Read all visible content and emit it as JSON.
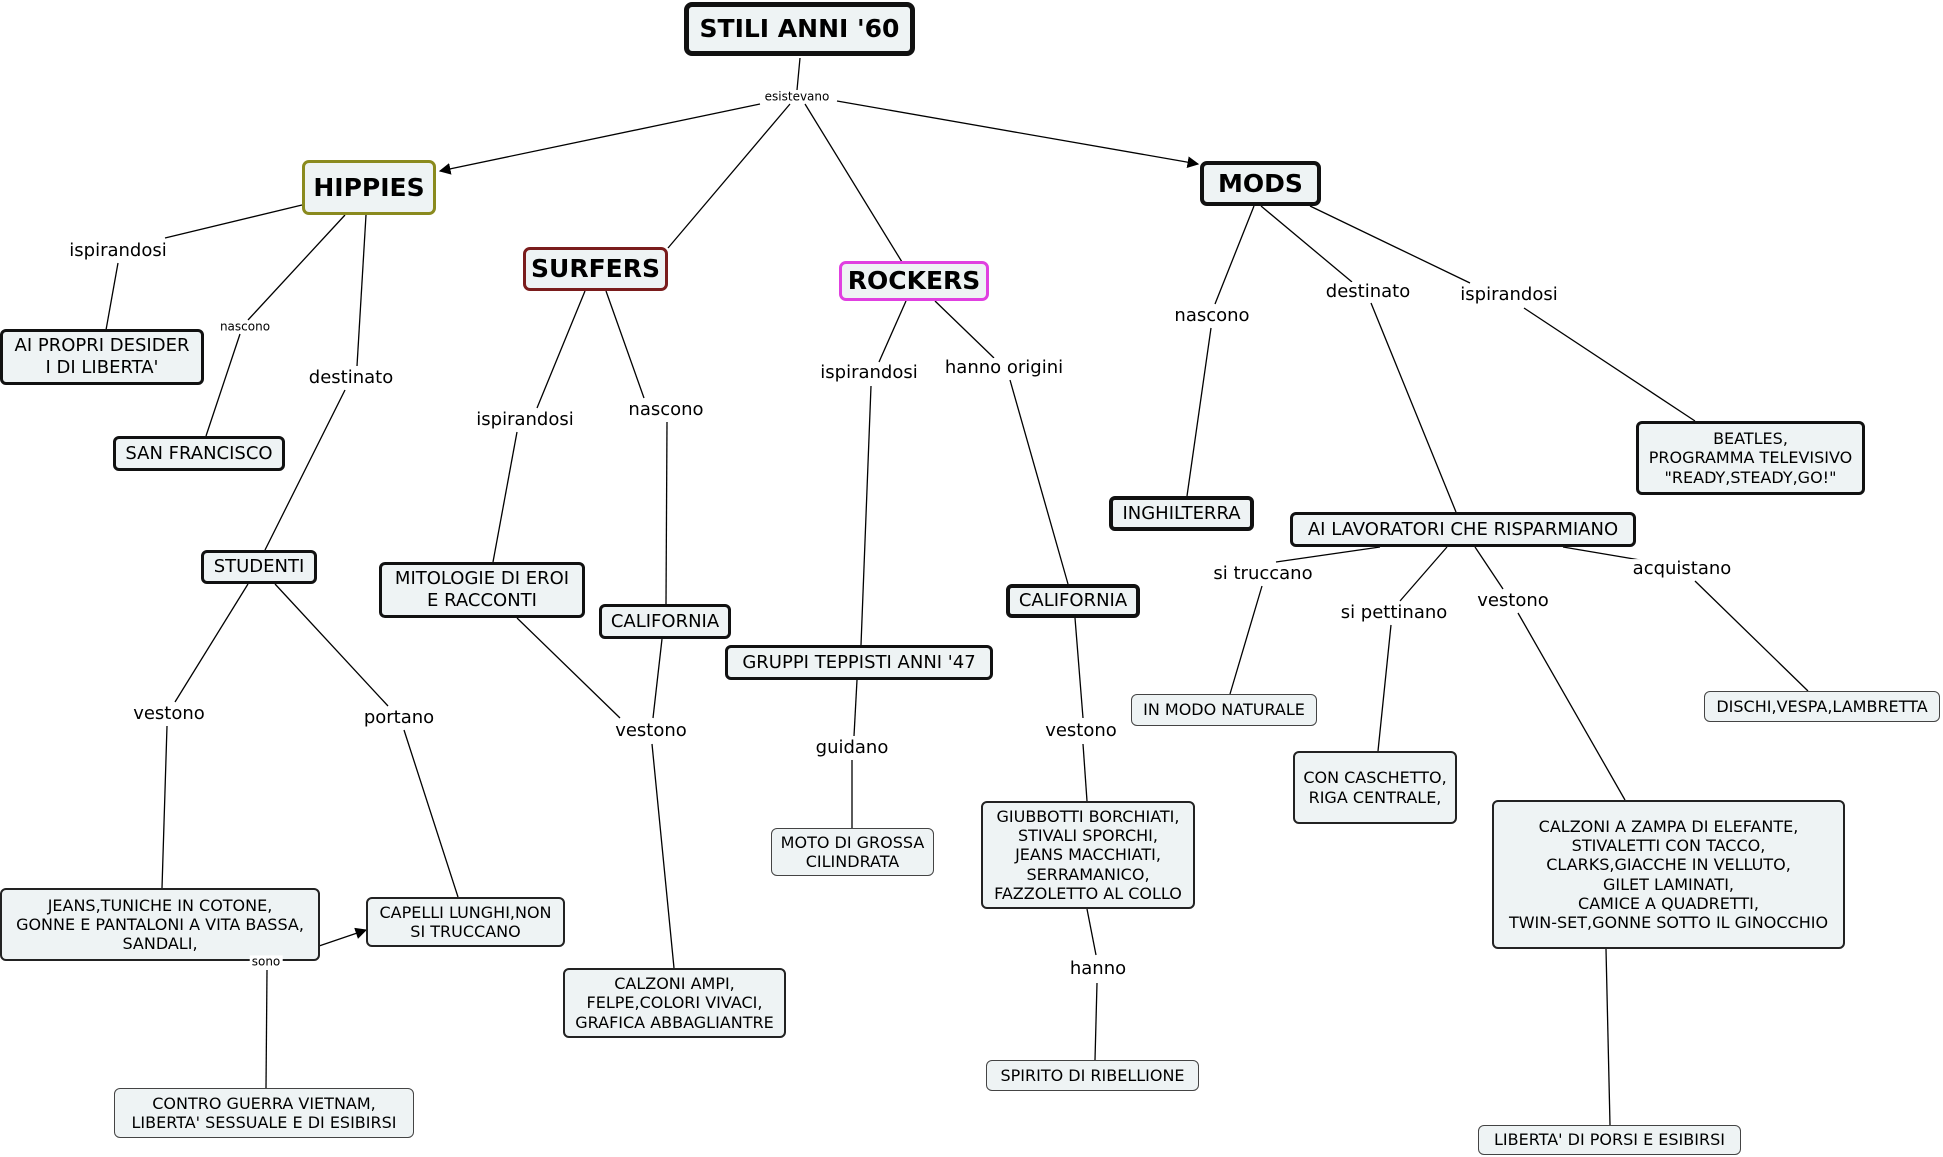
{
  "concepts": {
    "root": "STILI ANNI '60",
    "hippies": "HIPPIES",
    "surfers": "SURFERS",
    "rockers": "ROCKERS",
    "mods": "MODS",
    "hippies_desideri": "AI PROPRI DESIDER\nI DI LIBERTA'",
    "san_francisco": "SAN FRANCISCO",
    "studenti": "STUDENTI",
    "hippies_jeans": "JEANS,TUNICHE IN COTONE,\nGONNE E PANTALONI A VITA BASSA,\nSANDALI,",
    "hippies_capelli": "CAPELLI LUNGHI,NON\nSI TRUCCANO",
    "hippies_guerra": "CONTRO GUERRA VIETNAM,\nLIBERTA' SESSUALE E DI ESIBIRSI",
    "surfers_mitologie": "MITOLOGIE DI EROI\nE RACCONTI",
    "surfers_california": "CALIFORNIA",
    "surfers_calzoni": "CALZONI AMPI,\nFELPE,COLORI VIVACI,\nGRAFICA ABBAGLIANTRE",
    "rockers_gruppi": "GRUPPI TEPPISTI ANNI '47",
    "rockers_moto": "MOTO DI GROSSA\nCILINDRATA",
    "rockers_california": "CALIFORNIA",
    "rockers_giubbotti": "GIUBBOTTI BORCHIATI,\nSTIVALI SPORCHI,\nJEANS MACCHIATI,\nSERRAMANICO,\nFAZZOLETTO AL COLLO",
    "rockers_spirito": "SPIRITO DI RIBELLIONE",
    "mods_inghilterra": "INGHILTERRA",
    "mods_lavoratori": "AI LAVORATORI CHE RISPARMIANO",
    "mods_beatles": "BEATLES,\nPROGRAMMA TELEVISIVO\n\"READY,STEADY,GO!\"",
    "mods_naturale": "IN MODO NATURALE",
    "mods_caschetto": "CON CASCHETTO,\nRIGA CENTRALE,",
    "mods_calzoni": "CALZONI A ZAMPA DI ELEFANTE,\nSTIVALETTI CON TACCO,\nCLARKS,GIACCHE IN VELLUTO,\nGILET LAMINATI,\nCAMICE A QUADRETTI,\nTWIN-SET,GONNE SOTTO IL GINOCCHIO",
    "mods_dischi": "DISCHI,VESPA,LAMBRETTA",
    "mods_liberta": "LIBERTA' DI PORSI E ESIBIRSI"
  },
  "linking_phrases": {
    "esistevano": "esistevano",
    "hip_ispirandosi": "ispirandosi",
    "hip_nascono": "nascono",
    "hip_destinato": "destinato",
    "stu_vestono": "vestono",
    "stu_portano": "portano",
    "hip_sono": "sono",
    "sur_ispirandosi": "ispirandosi",
    "sur_nascono": "nascono",
    "sur_vestono": "vestono",
    "roc_ispirandosi": "ispirandosi",
    "roc_origini": "hanno origini",
    "roc_guidano": "guidano",
    "roc_vestono": "vestono",
    "roc_hanno": "hanno",
    "mod_nascono": "nascono",
    "mod_destinato": "destinato",
    "mod_ispirandosi": "ispirandosi",
    "mod_truccano": "si truccano",
    "mod_pettinano": "si pettinano",
    "mod_vestono": "vestono",
    "mod_acquistano": "acquistano"
  },
  "colors": {
    "node_fill": "#eef3f4",
    "hippies_border": "#8a8a1e",
    "surfers_border": "#7a1c1c",
    "rockers_border": "#e040e0",
    "default_border": "#222222"
  }
}
